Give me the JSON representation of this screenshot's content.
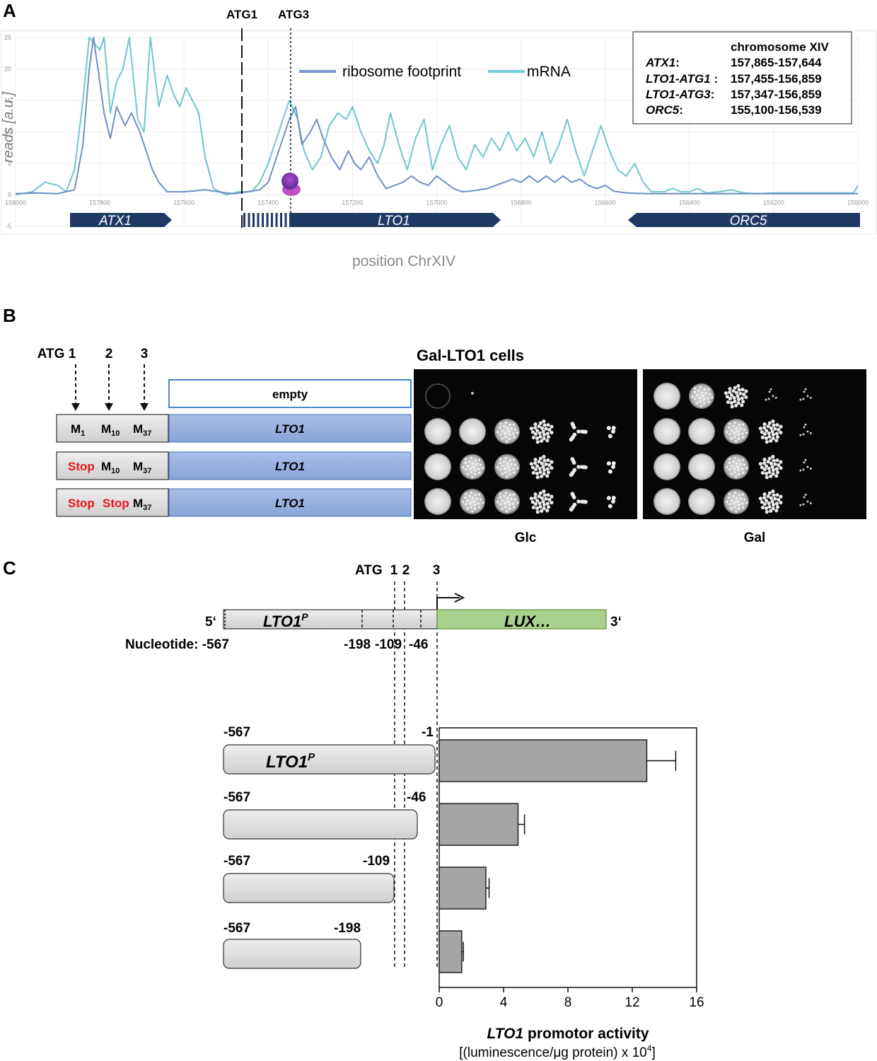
{
  "panelA": {
    "label": "A",
    "atg1": "ATG1",
    "atg3": "ATG3",
    "ylabel": "reads [a.u.]",
    "xlabel": "position ChrXIV",
    "legend": {
      "ribosome": "ribosome footprint",
      "mrna": "mRNA"
    },
    "colors": {
      "ribosome": "#6f8fc6",
      "mrna": "#6fc6cc",
      "gene": "#1f3864"
    },
    "yticks": [
      "25",
      "20",
      "15",
      "10",
      "5",
      "0",
      "-5"
    ],
    "xticks": [
      "158000",
      "157800",
      "157600",
      "157400",
      "157200",
      "157000",
      "156800",
      "156600",
      "156400",
      "156200",
      "156000"
    ],
    "genes": {
      "atx1": "ATX1",
      "lto1": "LTO1",
      "orc5": "ORC5"
    },
    "infobox": {
      "header": "chromosome XIV",
      "rows": [
        {
          "name": "ATX1",
          "sep": ":",
          "range": "157,865-157,644"
        },
        {
          "name": "LTO1-ATG1",
          "sep": " :",
          "range": "157,455-156,859"
        },
        {
          "name": "LTO1-ATG3",
          "sep": ":",
          "range": "157,347-156,859"
        },
        {
          "name": "ORC5",
          "sep": ":",
          "range": "155,100-156,539"
        }
      ]
    }
  },
  "chart_data": {
    "type": "line",
    "xlabel": "position ChrXIV",
    "ylabel": "reads [a.u.]",
    "xlim": [
      158000,
      156000
    ],
    "ylim": [
      -5,
      25
    ],
    "series": [
      {
        "name": "mRNA",
        "points": [
          [
            158000,
            0
          ],
          [
            157960,
            0.5
          ],
          [
            157930,
            2
          ],
          [
            157900,
            1.5
          ],
          [
            157880,
            0.5
          ],
          [
            157860,
            4
          ],
          [
            157840,
            15
          ],
          [
            157825,
            25
          ],
          [
            157800,
            23
          ],
          [
            157790,
            25
          ],
          [
            157775,
            13
          ],
          [
            157760,
            18
          ],
          [
            157745,
            20
          ],
          [
            157730,
            25
          ],
          [
            157710,
            12
          ],
          [
            157695,
            10
          ],
          [
            157680,
            25
          ],
          [
            157660,
            14
          ],
          [
            157640,
            19
          ],
          [
            157625,
            16
          ],
          [
            157610,
            14
          ],
          [
            157595,
            17
          ],
          [
            157580,
            15
          ],
          [
            157565,
            13
          ],
          [
            157550,
            6
          ],
          [
            157530,
            1
          ],
          [
            157500,
            0
          ],
          [
            157470,
            0.5
          ],
          [
            157440,
            0.5
          ],
          [
            157420,
            2
          ],
          [
            157400,
            5
          ],
          [
            157380,
            9
          ],
          [
            157365,
            12
          ],
          [
            157350,
            15
          ],
          [
            157330,
            12
          ],
          [
            157315,
            7
          ],
          [
            157295,
            4
          ],
          [
            157275,
            6
          ],
          [
            157255,
            11
          ],
          [
            157235,
            13
          ],
          [
            157215,
            12
          ],
          [
            157200,
            14
          ],
          [
            157180,
            10
          ],
          [
            157160,
            7
          ],
          [
            157140,
            5
          ],
          [
            157125,
            8
          ],
          [
            157110,
            13
          ],
          [
            157090,
            8
          ],
          [
            157070,
            4
          ],
          [
            157050,
            9
          ],
          [
            157030,
            12
          ],
          [
            157010,
            4
          ],
          [
            156990,
            8
          ],
          [
            156970,
            11
          ],
          [
            156950,
            6
          ],
          [
            156930,
            4
          ],
          [
            156910,
            8
          ],
          [
            156890,
            6
          ],
          [
            156870,
            9
          ],
          [
            156850,
            7
          ],
          [
            156830,
            10
          ],
          [
            156810,
            7
          ],
          [
            156790,
            9
          ],
          [
            156770,
            6
          ],
          [
            156750,
            10
          ],
          [
            156730,
            5
          ],
          [
            156710,
            8
          ],
          [
            156690,
            12
          ],
          [
            156670,
            7
          ],
          [
            156650,
            3
          ],
          [
            156630,
            7
          ],
          [
            156610,
            11
          ],
          [
            156590,
            7
          ],
          [
            156570,
            4
          ],
          [
            156550,
            3
          ],
          [
            156530,
            5
          ],
          [
            156510,
            2
          ],
          [
            156490,
            0.5
          ],
          [
            156460,
            0.5
          ],
          [
            156440,
            1
          ],
          [
            156420,
            0.5
          ],
          [
            156400,
            0.5
          ],
          [
            156380,
            1
          ],
          [
            156360,
            0.3
          ],
          [
            156330,
            0.5
          ],
          [
            156300,
            0.8
          ],
          [
            156270,
            0.3
          ],
          [
            156240,
            0.2
          ],
          [
            156200,
            0.3
          ],
          [
            156150,
            0.3
          ],
          [
            156100,
            0.3
          ],
          [
            156050,
            0.3
          ],
          [
            156010,
            0.3
          ],
          [
            156000,
            1.5
          ]
        ]
      },
      {
        "name": "ribosome footprint",
        "points": [
          [
            158000,
            0.2
          ],
          [
            157950,
            0.3
          ],
          [
            157900,
            0.2
          ],
          [
            157860,
            0.8
          ],
          [
            157840,
            8
          ],
          [
            157825,
            20
          ],
          [
            157815,
            25
          ],
          [
            157800,
            18
          ],
          [
            157790,
            13
          ],
          [
            157775,
            9
          ],
          [
            157760,
            14
          ],
          [
            157740,
            11
          ],
          [
            157725,
            13
          ],
          [
            157705,
            10
          ],
          [
            157690,
            7
          ],
          [
            157675,
            4
          ],
          [
            157660,
            2
          ],
          [
            157640,
            0.5
          ],
          [
            157600,
            0.5
          ],
          [
            157550,
            0.8
          ],
          [
            157500,
            0.3
          ],
          [
            157480,
            0.2
          ],
          [
            157450,
            0.5
          ],
          [
            157420,
            0.8
          ],
          [
            157400,
            2
          ],
          [
            157380,
            6
          ],
          [
            157365,
            9
          ],
          [
            157350,
            12
          ],
          [
            157335,
            14
          ],
          [
            157320,
            8
          ],
          [
            157300,
            10
          ],
          [
            157285,
            12
          ],
          [
            157270,
            9
          ],
          [
            157250,
            6
          ],
          [
            157230,
            4
          ],
          [
            157210,
            7
          ],
          [
            157195,
            5
          ],
          [
            157180,
            4
          ],
          [
            157160,
            6
          ],
          [
            157140,
            3
          ],
          [
            157120,
            1
          ],
          [
            157100,
            1.5
          ],
          [
            157080,
            2
          ],
          [
            157060,
            3
          ],
          [
            157040,
            2
          ],
          [
            157020,
            1.5
          ],
          [
            157000,
            3
          ],
          [
            156980,
            2
          ],
          [
            156960,
            1
          ],
          [
            156940,
            0.5
          ],
          [
            156920,
            0.6
          ],
          [
            156900,
            0.8
          ],
          [
            156880,
            1
          ],
          [
            156860,
            1.5
          ],
          [
            156840,
            2
          ],
          [
            156820,
            2.5
          ],
          [
            156800,
            2
          ],
          [
            156780,
            3
          ],
          [
            156760,
            2
          ],
          [
            156740,
            3
          ],
          [
            156720,
            2
          ],
          [
            156700,
            3
          ],
          [
            156680,
            2
          ],
          [
            156660,
            2.5
          ],
          [
            156640,
            1.5
          ],
          [
            156620,
            1
          ],
          [
            156600,
            1.5
          ],
          [
            156580,
            0.6
          ],
          [
            156550,
            0.3
          ],
          [
            156500,
            0.2
          ],
          [
            156400,
            0.2
          ],
          [
            156300,
            0.2
          ],
          [
            156200,
            0.2
          ],
          [
            156100,
            0.2
          ],
          [
            156000,
            0.2
          ]
        ]
      }
    ]
  },
  "panelB": {
    "label": "B",
    "atg_labels": [
      "ATG 1",
      "2",
      "3"
    ],
    "title": "Gal-LTO1 cells",
    "empty_label": "empty",
    "lto1_label": "LTO1",
    "stop": "Stop",
    "m": "M",
    "sub1": "1",
    "sub10": "10",
    "sub37": "37",
    "colors": {
      "stop": "#e8141a",
      "bar": "#8eaadc",
      "empty_border": "#4a86c8"
    },
    "glc_label": "Glc",
    "gal_label": "Gal"
  },
  "panelC": {
    "label": "C",
    "atg_label": "ATG",
    "atg_nums": [
      "1",
      "2",
      "3"
    ],
    "five": "5‘",
    "three": "3‘",
    "promoter": "LTO1",
    "promoter_sup": "P",
    "lux": "LUX…",
    "nuc_label": "Nucleotide: -567",
    "nuc_ticks": [
      "-198",
      "-109",
      "-46"
    ],
    "construct_start": "-567",
    "construct_ends": [
      "-1",
      "-46",
      "-109",
      "-198"
    ],
    "colors": {
      "lux": "#a9d18e",
      "bar": "#a5a5a7"
    }
  },
  "chart_c": {
    "type": "bar",
    "orientation": "horizontal",
    "categories": [
      "-567/-1",
      "-567/-46",
      "-567/-109",
      "-567/-198"
    ],
    "values": [
      12.9,
      4.9,
      2.9,
      1.4
    ],
    "errors": [
      1.8,
      0.4,
      0.2,
      0.1
    ],
    "xlim": [
      0,
      16
    ],
    "xticks": [
      "0",
      "4",
      "8",
      "12",
      "16"
    ],
    "xlabel_italic": "LTO1",
    "xlabel_rest": " promotor activity",
    "xlabel2": "[(luminescence/μg protein) x 10",
    "xlabel2_sup": "4",
    "xlabel2_end": "]"
  }
}
